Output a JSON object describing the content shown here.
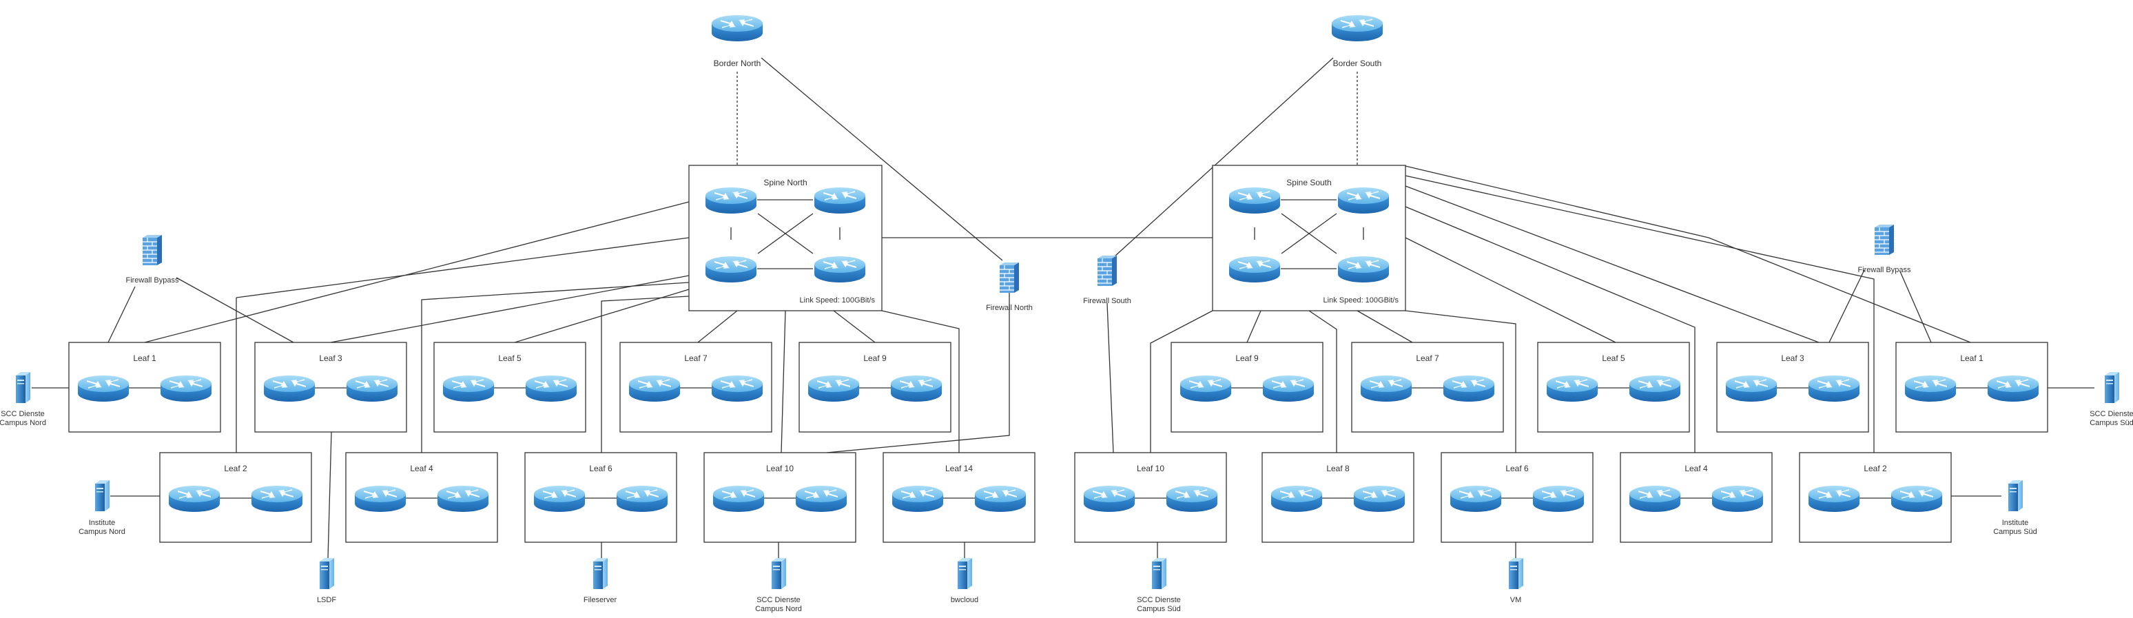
{
  "colors": {
    "line": "#333333",
    "box_stroke": "#333333",
    "router_top": "#7ec8f0",
    "router_side": "#3a8fd6",
    "router_dark": "#1f6cb3",
    "server_light": "#6fb3e8",
    "server_dark": "#1e6ab0",
    "firewall": "#4a90d9"
  },
  "icons": {
    "router": "router-icon",
    "server": "server-icon",
    "firewall": "firewall-icon"
  },
  "border": {
    "north": "Border North",
    "south": "Border South"
  },
  "spine": {
    "north": {
      "title": "Spine North",
      "speed": "Link Speed: 100GBit/s"
    },
    "south": {
      "title": "Spine South",
      "speed": "Link Speed: 100GBit/s"
    }
  },
  "firewalls": {
    "bypass_north": "Firewall Bypass",
    "north": "Firewall North",
    "south": "Firewall South",
    "bypass_south": "Firewall Bypass"
  },
  "north_leaves": {
    "leaf1": "Leaf 1",
    "leaf3": "Leaf 3",
    "leaf5": "Leaf 5",
    "leaf7": "Leaf 7",
    "leaf9": "Leaf 9",
    "leaf2": "Leaf 2",
    "leaf4": "Leaf 4",
    "leaf6": "Leaf 6",
    "leaf10": "Leaf 10",
    "leaf14": "Leaf 14"
  },
  "south_leaves": {
    "leaf9": "Leaf 9",
    "leaf7": "Leaf 7",
    "leaf5": "Leaf 5",
    "leaf3": "Leaf 3",
    "leaf1": "Leaf 1",
    "leaf10": "Leaf 10",
    "leaf8": "Leaf 8",
    "leaf6": "Leaf 6",
    "leaf4": "Leaf 4",
    "leaf2": "Leaf 2"
  },
  "servers": {
    "scc_nord_left": [
      "SCC Dienste",
      "Campus Nord"
    ],
    "institute_nord": [
      "Institute",
      "Campus Nord"
    ],
    "lsdf": [
      "LSDF"
    ],
    "fileserver": [
      "Fileserver"
    ],
    "scc_nord_bottom": [
      "SCC Dienste",
      "Campus Nord"
    ],
    "bwcloud": [
      "bwcloud"
    ],
    "scc_sued_bottom": [
      "SCC Dienste",
      "Campus Süd"
    ],
    "vm": [
      "VM"
    ],
    "institute_sued": [
      "Institute",
      "Campus Süd"
    ],
    "scc_sued_right": [
      "SCC Dienste",
      "Campus Süd"
    ]
  }
}
